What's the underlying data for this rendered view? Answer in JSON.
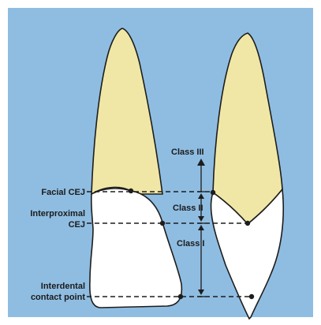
{
  "colors": {
    "background": "#8fbde2",
    "crown": "#ffffff",
    "root": "#f0e7a6",
    "outline": "#1d1d1d"
  },
  "labels": {
    "facial_cej": "Facial CEJ",
    "interproximal_line1": "Interproximal",
    "interproximal_line2": "CEJ",
    "interdental_line1": "Interdental",
    "interdental_line2": "contact point",
    "class_iii": "Class III",
    "class_ii": "Class II",
    "class_i": "Class I"
  }
}
